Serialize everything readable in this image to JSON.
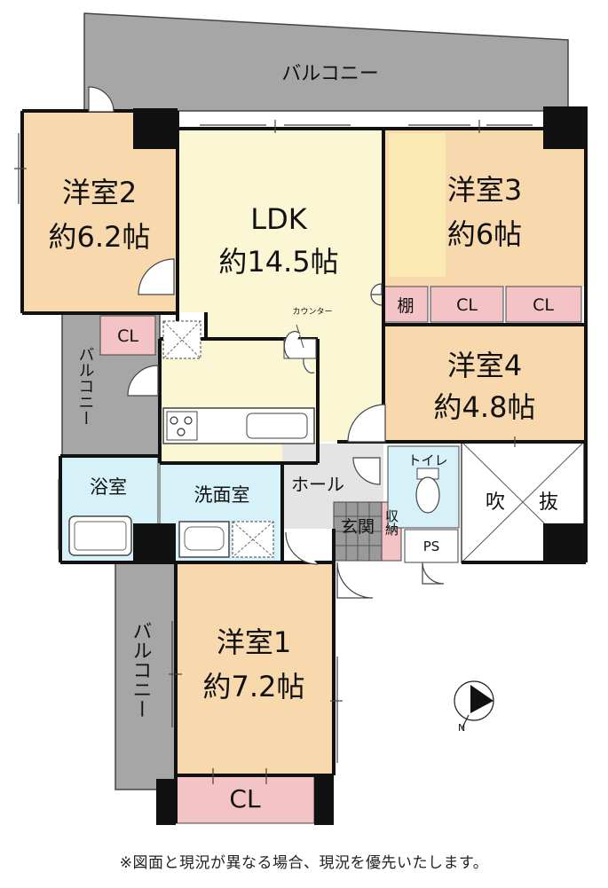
{
  "rooms": {
    "balcony_top": "バルコニー",
    "balcony_left_upper": "バルコニー",
    "balcony_left_lower": "バルコニー",
    "western2_name": "洋室2",
    "western2_size": "約6.2帖",
    "ldk_name": "LDK",
    "ldk_size": "約14.5帖",
    "counter": "カウンター",
    "western3_name": "洋室3",
    "western3_size": "約6帖",
    "shelf": "棚",
    "cl_w3": "CL",
    "cl_w3b": "CL",
    "cl_w2": "CL",
    "western4_name": "洋室4",
    "western4_size": "約4.8帖",
    "toilet": "トイレ",
    "void_1": "吹",
    "void_2": "抜",
    "bath": "浴室",
    "washroom": "洗面室",
    "hall": "ホール",
    "entrance": "玄関",
    "storage": "収納",
    "ps": "PS",
    "western1_name": "洋室1",
    "western1_size": "約7.2帖",
    "cl_w1": "CL"
  },
  "colors": {
    "bedroom": "#f8d9ad",
    "ldk": "#fbf6d3",
    "balcony": "#a6a6a6",
    "closet": "#f3c3c5",
    "wet": "#d6f2f8",
    "hall": "#e4e4e4",
    "wall": "#111111"
  },
  "icons": [
    "compass-north-icon",
    "door-swing-icon",
    "kitchen-stove-icon",
    "bathtub-icon",
    "toilet-icon",
    "washbasin-icon"
  ],
  "footer": {
    "note": "※図面と現況が異なる場合、現況を優先いたします。"
  }
}
